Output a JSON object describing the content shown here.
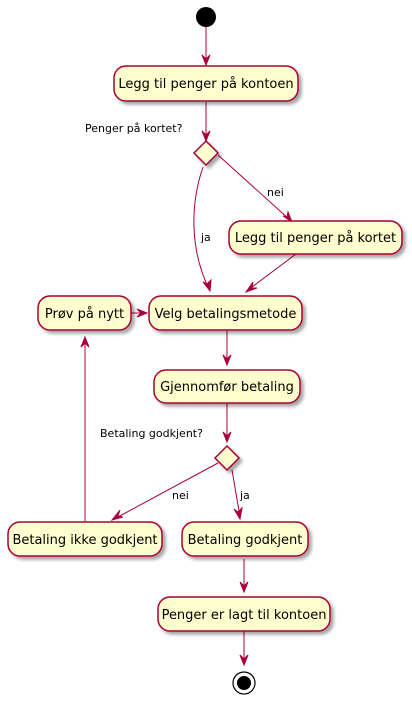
{
  "diagram": {
    "type": "activity",
    "colors": {
      "line": "#a80036",
      "node_fill": "#fefece",
      "node_border": "#a80036",
      "text": "#000000",
      "start_end": "#000000",
      "shadow": "#bbbbbb"
    },
    "nodes": {
      "add_money_account": "Legg til penger på kontoen",
      "q_money_on_card": "Penger på kortet?",
      "add_money_card": "Legg til penger på kortet",
      "retry": "Prøv på nytt",
      "choose_method": "Velg betalingsmetode",
      "perform_payment": "Gjennomfør betaling",
      "q_payment_approved": "Betaling godkjent?",
      "payment_rejected": "Betaling ikke godkjent",
      "payment_approved": "Betaling godkjent",
      "money_added": "Penger er lagt til kontoen"
    },
    "edge_labels": {
      "card_no": "nei",
      "card_yes": "ja",
      "approved_no": "nei",
      "approved_yes": "ja"
    }
  }
}
